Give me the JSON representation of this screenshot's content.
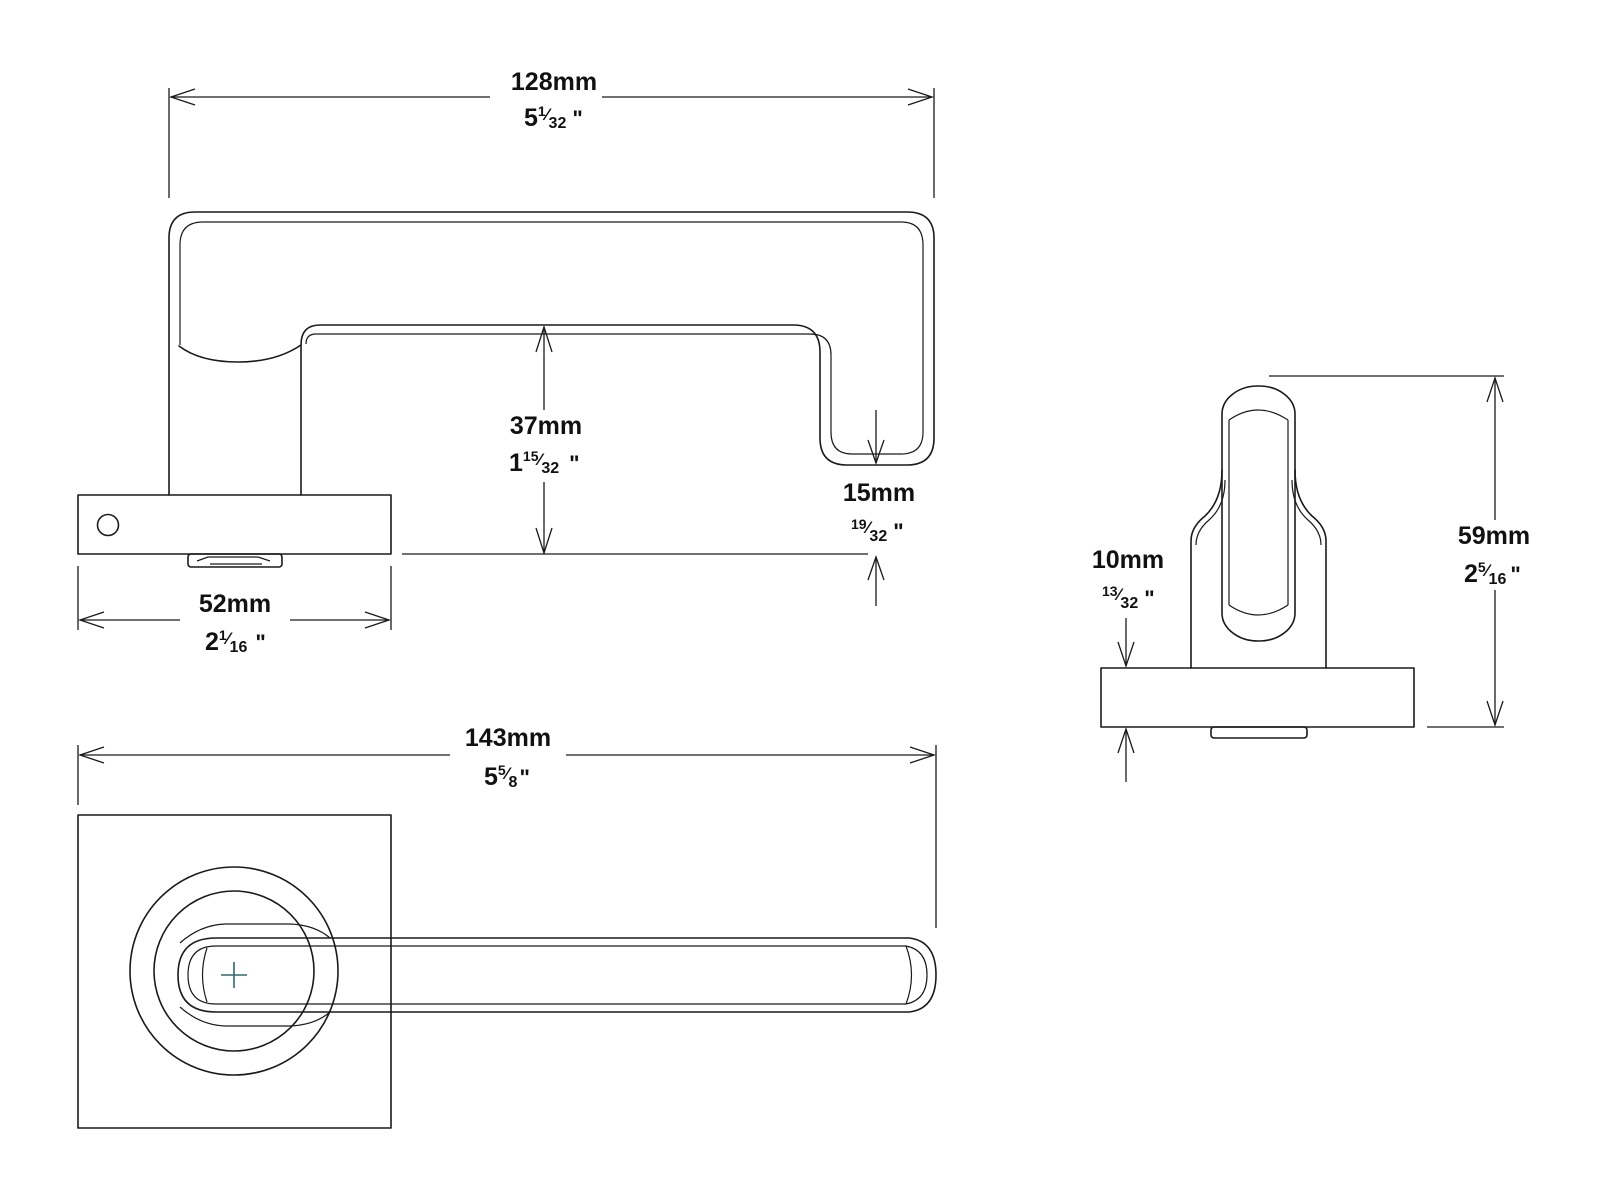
{
  "dimensions": {
    "overall_width_side": {
      "mm": "128mm",
      "whole": "5",
      "num": "1",
      "den": "32",
      "quote": "\""
    },
    "projection_inner": {
      "mm": "37mm",
      "whole": "1",
      "num": "15",
      "den": "32",
      "quote": "\""
    },
    "handle_thickness": {
      "mm": "15mm",
      "whole": "",
      "num": "19",
      "den": "32",
      "quote": "\""
    },
    "rose_width_side": {
      "mm": "52mm",
      "whole": "2",
      "num": "1",
      "den": "16",
      "quote": "\""
    },
    "overall_length_top": {
      "mm": "143mm",
      "whole": "5",
      "num": "5",
      "den": "8",
      "quote": "\""
    },
    "rose_thickness": {
      "mm": "10mm",
      "whole": "",
      "num": "13",
      "den": "32",
      "quote": "\""
    },
    "overall_projection_end": {
      "mm": "59mm",
      "whole": "2",
      "num": "5",
      "den": "16",
      "quote": "\""
    }
  },
  "colors": {
    "line": "#1a1a1a",
    "marker": "#2f6b6b"
  }
}
